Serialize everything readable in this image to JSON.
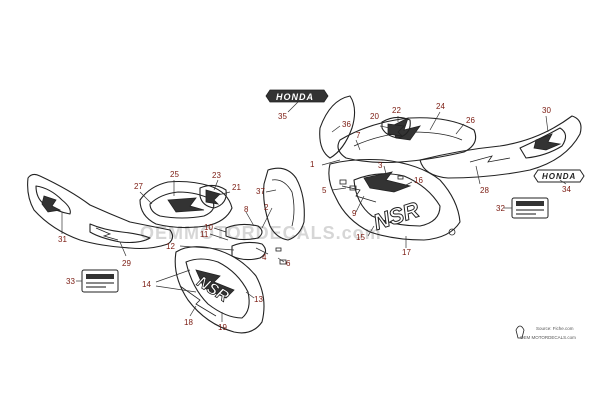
{
  "watermark": "OEMMOTORDECALS.com",
  "credit": {
    "source": "Source: Fiche.com",
    "site": "OEM MOTORDECALS.com"
  },
  "badges": {
    "honda": "HONDA",
    "logo": "NSR"
  },
  "callouts": [
    "1",
    "2",
    "3",
    "4",
    "5",
    "6",
    "7",
    "8",
    "9",
    "10",
    "11",
    "12",
    "13",
    "14",
    "15",
    "16",
    "17",
    "18",
    "19",
    "20",
    "21",
    "22",
    "23",
    "24",
    "25",
    "26",
    "27",
    "28",
    "29",
    "30",
    "31",
    "32",
    "33",
    "34",
    "35",
    "36",
    "37"
  ]
}
